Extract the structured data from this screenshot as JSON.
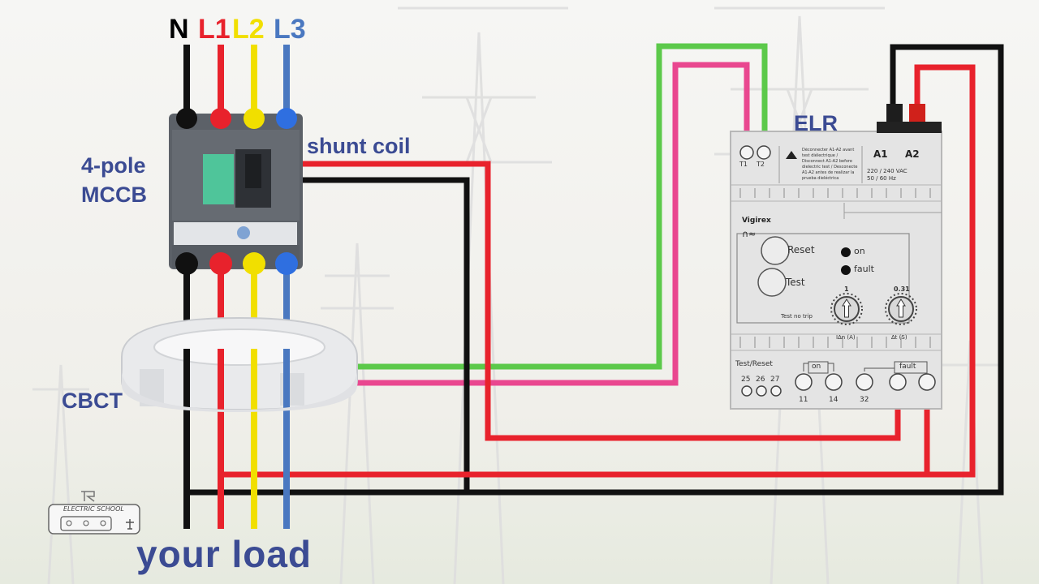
{
  "phases": [
    {
      "label": "N",
      "color": "#000000"
    },
    {
      "label": "L1",
      "color": "#e8222c"
    },
    {
      "label": "L2",
      "color": "#f1df00"
    },
    {
      "label": "L3",
      "color": "#4a78c0"
    }
  ],
  "labels": {
    "mccb": "4-pole\nMCCB",
    "mccb_line1": "4-pole",
    "mccb_line2": "MCCB",
    "shunt_coil": "shunt coil",
    "elr": "ELR",
    "cbct": "CBCT",
    "load": "your load"
  },
  "relay": {
    "t1": "T1",
    "t2": "T2",
    "a1": "A1",
    "a2": "A2",
    "notice": "Déconnecter A1-A2 avant test diélectrique / Disconnect A1-A2 before dielectric test / Desconecte A1-A2 antes de realizar la prueba dieléctrica",
    "supply": "220 / 240 VAC",
    "freq": "50 / 60 Hz",
    "brand": "Vigirex",
    "reset": "Reset",
    "test": "Test",
    "on": "on",
    "fault": "fault",
    "test_no_trip": "Test no trip",
    "dial1_top": "1",
    "dial1_unit": "I∆n (A)",
    "dial2_top": "0.31",
    "dial2_unit": "∆t (S)",
    "test_reset": "Test/Reset",
    "on_group": "on",
    "fault_group": "fault",
    "terminals_left": [
      "25",
      "26",
      "27"
    ],
    "terminals_right": [
      "11",
      "14",
      "32"
    ]
  },
  "logo": {
    "text": "ELECTRIC SCHOOL"
  },
  "colors": {
    "green": "#5cc94a",
    "pink": "#e9478f",
    "label_blue": "#3b4b93",
    "breaker_grey": "#5c6168",
    "relay_body": "#e4e4e4"
  }
}
